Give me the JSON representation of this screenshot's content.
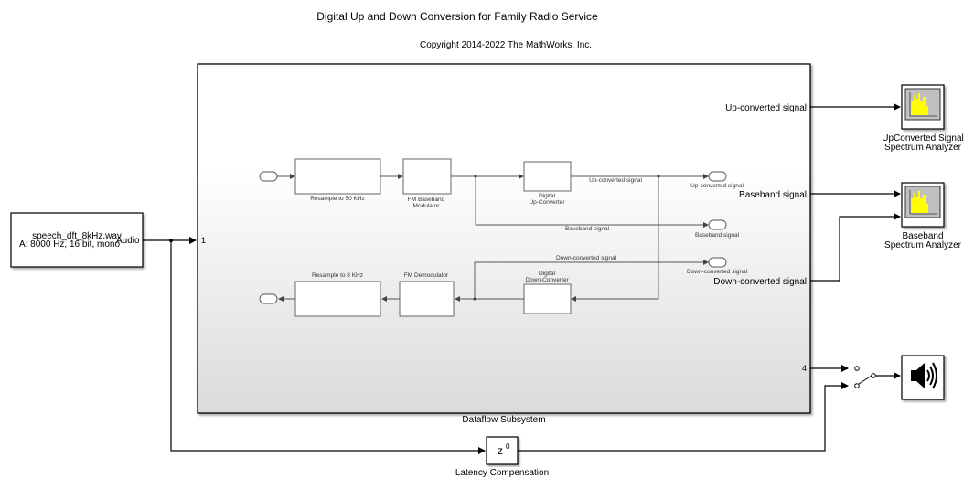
{
  "model": {
    "title": "Digital Up and Down Conversion for Family Radio Service",
    "copyright": "Copyright 2014-2022 The MathWorks, Inc."
  },
  "source_block": {
    "line1": "speech_dft_8kHz.wav",
    "line2": "A: 8000 Hz, 16 bit, mono",
    "port_label": "Audio"
  },
  "subsystem": {
    "name": "Dataflow Subsystem",
    "input_port": "1",
    "output_port_4": "4",
    "outputs": [
      "Up-converted signal",
      "Baseband signal",
      "Down-converted signal"
    ],
    "inner": {
      "resample_up": "Resample to 50 KHz",
      "fm_mod_l1": "FM Baseband",
      "fm_mod_l2": "Modulator",
      "duc_l1": "Digital",
      "duc_l2": "Up-Converter",
      "ddc_l1": "Digital",
      "ddc_l2": "Down-Converter",
      "fm_demod": "FM Demodulator",
      "resample_down": "Resample to 8 KHz",
      "sig_up": "Up-converted signal",
      "sig_base": "Baseband signal",
      "sig_down": "Down-converted signal",
      "goto_up": "Up-converted signal",
      "goto_base": "Baseband signal",
      "goto_down": "Down-converted signal"
    }
  },
  "sinks": {
    "upconv_analyzer_l1": "UpConverted Signal",
    "upconv_analyzer_l2": "Spectrum Analyzer",
    "baseband_analyzer_l1": "Baseband",
    "baseband_analyzer_l2": "Spectrum Analyzer"
  },
  "delay_block": {
    "symbol": "z",
    "exponent": "0",
    "name": "Latency Compensation"
  },
  "colors": {
    "scope_screen": "#c0c0c0",
    "scope_bars": "#ffff00",
    "subsystem_top": "#ffffff",
    "subsystem_bottom": "#dcdcdc"
  }
}
